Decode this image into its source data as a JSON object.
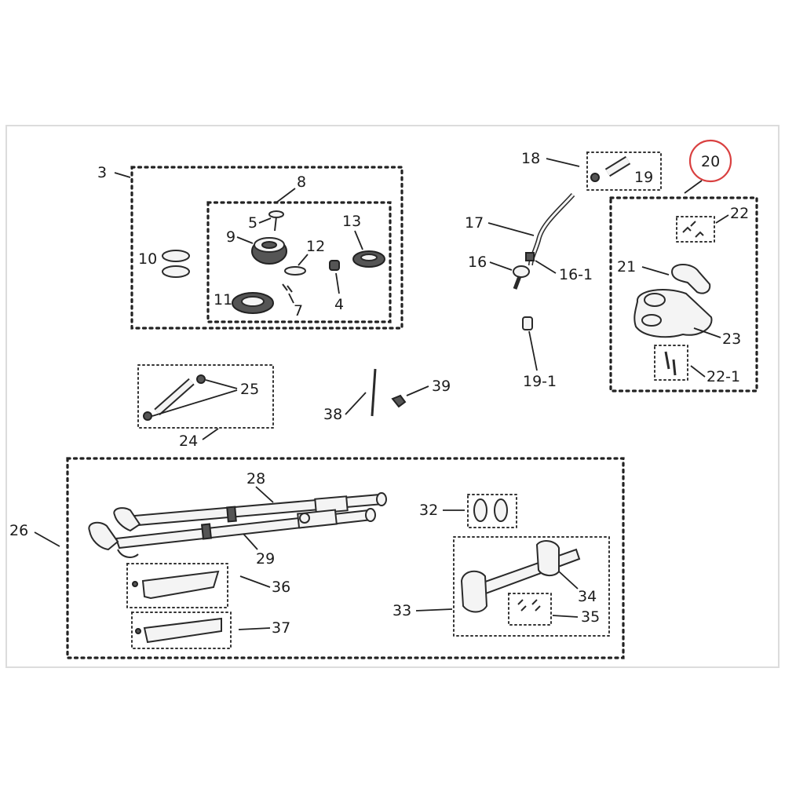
{
  "colors": {
    "highlight": "#d94040",
    "ink": "#222222",
    "frame": "#dcdcdc"
  },
  "callouts": {
    "p3": "3",
    "p4": "4",
    "p5": "5",
    "p7": "7",
    "p8": "8",
    "p9": "9",
    "p10": "10",
    "p11": "11",
    "p12": "12",
    "p13": "13",
    "p16": "16",
    "p16_1": "16-1",
    "p17": "17",
    "p18": "18",
    "p19": "19",
    "p19_1": "19-1",
    "p20": "20",
    "p21": "21",
    "p22": "22",
    "p22_1": "22-1",
    "p23": "23",
    "p24": "24",
    "p25": "25",
    "p26": "26",
    "p28": "28",
    "p29": "29",
    "p32": "32",
    "p33": "33",
    "p34": "34",
    "p35": "35",
    "p36": "36",
    "p37": "37",
    "p38": "38",
    "p39": "39"
  },
  "highlighted_part": "20"
}
